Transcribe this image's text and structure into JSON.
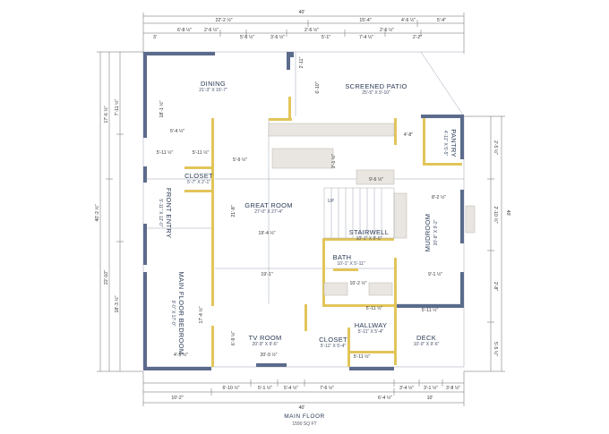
{
  "plan": {
    "title": "MAIN FLOOR",
    "subtitle": "1590 SQ FT"
  },
  "rooms": {
    "dining": {
      "name": "DINING",
      "size": "21'-3\" X 16'-7\""
    },
    "patio": {
      "name": "SCREENED PATIO",
      "size": "25'-5\" X 9'-10\""
    },
    "pantry": {
      "name": "PANTRY",
      "size": "4'-11\" X 5'-5\""
    },
    "closet1": {
      "name": "CLOSET",
      "size": "5'-7\" X 2'-1\""
    },
    "front_entry": {
      "name": "FRONT ENTRY",
      "size": "5'-11\" X 12'-0\""
    },
    "great_room": {
      "name": "GREAT ROOM",
      "size": "27'-0\" X 27'-4\""
    },
    "stairwell": {
      "name": "STAIRWELL",
      "size": "10'-1\" X 9'-5\""
    },
    "mudroom": {
      "name": "MUDROOM",
      "size": "20'-8\" X 9'-2\""
    },
    "bath": {
      "name": "BATH",
      "size": "10'-1\" X 5'-11\""
    },
    "bedroom": {
      "name": "MAIN FLOOR BEDROOM",
      "size": "9'-0\" X 17'-0\""
    },
    "tv_room": {
      "name": "TV ROOM",
      "size": "20'-9\" X 9'-6\""
    },
    "closet2": {
      "name": "CLOSET",
      "size": "5'-11\" X 5'-4\""
    },
    "hallway": {
      "name": "HALLWAY",
      "size": "5'-11\" X 5'-4\""
    },
    "deck": {
      "name": "DECK",
      "size": "10'-0\" X 9'-6\""
    },
    "up_label": "UP"
  },
  "dims": {
    "top_overall": "40'",
    "top_left": "22'-2 ½\"",
    "top_mid": "15'-4\"",
    "top_right_a": "4'-6 ½\"",
    "top_right_b": "5'-4\"",
    "top_r1": "3'",
    "top_r2": "6'-8 ½\"",
    "top_r3": "2'-6 ½\"",
    "top_r4": "5'-6 ½\"",
    "top_r5": "3'-6 ½\"",
    "top_r6": "2'-6 ½\"",
    "top_r7": "5'-1\"",
    "top_r8": "7'-4 ½\"",
    "top_r9": "2'-6 ½\"",
    "top_r10": "2'-2\"",
    "bottom_overall": "40'",
    "bottom_left": "10'-2\"",
    "bottom_right": "10'",
    "bottom_mid": "6'-4 ½\"",
    "bottom_r1": "6'-10 ½\"",
    "bottom_r2": "5'-1 ½\"",
    "bottom_r3": "5'-4 ½\"",
    "bottom_r4": "7'-6 ½\"",
    "bottom_r5": "3'-4 ½\"",
    "bottom_r6": "3'-1 ½\"",
    "bottom_r7": "3'-8 ½\"",
    "left_overall": "40'-2 ½\"",
    "left_a": "17'-6 ½\"",
    "left_b": "22'-10\"",
    "left_c": "18'-3 ½\"",
    "left_d": "7'-11 ½\"",
    "right_overall": "40'",
    "right_a": "2'-5 ½\"",
    "right_b": "2'-10 ½\"",
    "right_c": "2'-8\"",
    "right_d": "5'-5 ½\"",
    "in_dining_h": "18'-1 ½\"",
    "in_dining_w": "5'-4 ½\"",
    "in_great_a": "19'-4 ½\"",
    "in_great_b": "19'-1\"",
    "in_great_c": "21'-8\"",
    "in_closet_w": "5'-11 ½\"",
    "in_kitchen": "5'-9 ½\"",
    "in_stair": "2'-1 ½\"",
    "in_6_10": "6'-10\"",
    "in_2_11": "2'-11\"",
    "in_4_8": "4'-8\"",
    "in_9_6": "9'-6 ½\"",
    "in_8_2": "8'-2 ½\"",
    "in_bath": "10'-2 ½\"",
    "in_5_11": "5'-11 ½\"",
    "in_9_1": "9'-1 ½\"",
    "in_tv_a": "20'-9 ½\"",
    "in_tv_b": "6'-9 ½\"",
    "in_bed_a": "4'-5 ½\"",
    "in_bed_b": "17'-4 ½\"",
    "in_hall": "5'-11 ½\"",
    "in_deck": "5'-11 ½\""
  }
}
